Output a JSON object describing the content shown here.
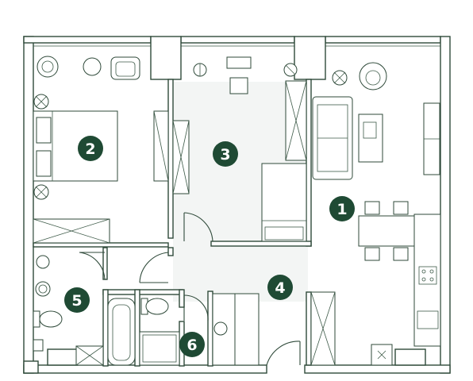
{
  "colors": {
    "wall": "#2f4a3a",
    "badge": "#1f4a34",
    "badge_text": "#ffffff",
    "floor_tint": "#f3f5f4"
  },
  "rooms": [
    {
      "id": "room-1",
      "label": "1"
    },
    {
      "id": "room-2",
      "label": "2"
    },
    {
      "id": "room-3",
      "label": "3"
    },
    {
      "id": "room-4",
      "label": "4"
    },
    {
      "id": "room-5",
      "label": "5"
    },
    {
      "id": "room-6",
      "label": "6"
    }
  ]
}
